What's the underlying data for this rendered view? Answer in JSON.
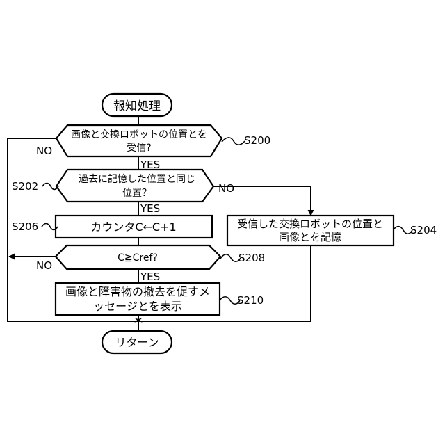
{
  "flowchart": {
    "start": "報知処理",
    "end": "リターン",
    "step_s200": {
      "id": "S200",
      "lines": [
        "画像と交換ロボットの位置とを",
        "受信?"
      ]
    },
    "step_s202": {
      "id": "S202",
      "lines": [
        "過去に記憶した位置と同じ",
        "位置？"
      ]
    },
    "step_s204": {
      "id": "S204",
      "lines": [
        "受信した交換ロボットの位置と",
        "画像とを記憶"
      ]
    },
    "step_s206": {
      "id": "S206",
      "text": "カウンタC←C+1"
    },
    "step_s208": {
      "id": "S208",
      "text": "C≧Cref?"
    },
    "step_s210": {
      "id": "S210",
      "lines": [
        "画像と障害物の撤去を促すメ",
        "ッセージとを表示"
      ]
    },
    "labels": {
      "yes_s200": "YES",
      "no_s200": "NO",
      "yes_s202": "YES",
      "no_s202": "NO",
      "yes_s208": "YES",
      "no_s208": "NO"
    }
  }
}
